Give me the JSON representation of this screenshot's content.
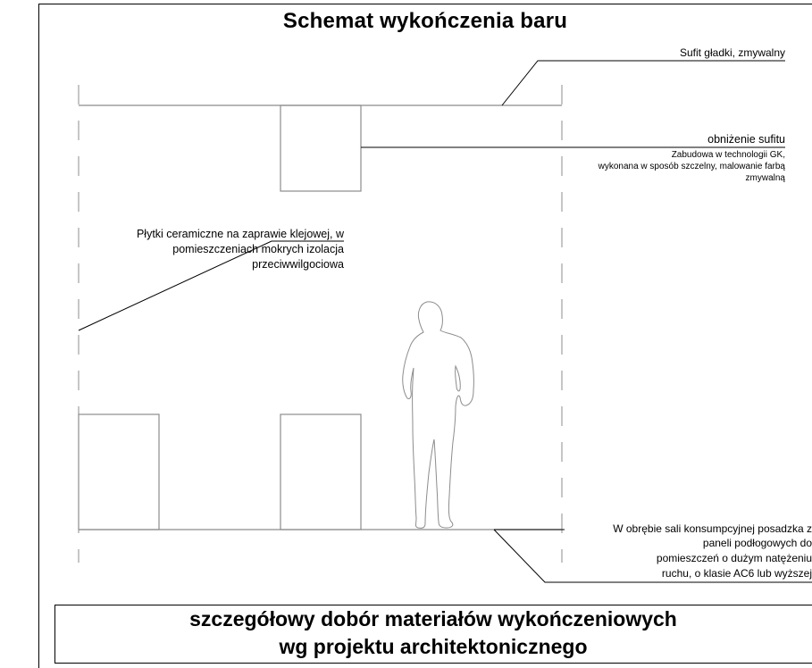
{
  "title": "Schemat wykończenia baru",
  "labels": {
    "ceiling": "Sufit gładki, zmywalny",
    "soffit_heading": "obniżenie sufitu",
    "soffit_line1": "Zabudowa w technologii GK,",
    "soffit_line2": "wykonana w sposób szczelny, malowanie farbą",
    "soffit_line3": "zmywalną",
    "tiles_line1": "Płytki ceramiczne na zaprawie klejowej, w",
    "tiles_line2": "pomieszczeniach mokrych izolacja",
    "tiles_line3": "przeciwwilgociowa",
    "floor_line1": "W obrębie sali konsumpcyjnej posadzka z",
    "floor_line2": "paneli podłogowych do",
    "floor_line3": "pomieszczeń o dużym natężeniu",
    "floor_line4": "ruchu, o klasie AC6 lub wyższej"
  },
  "footer": {
    "line1": "szczegółowy dobór materiałów wykończeniowych",
    "line2": "wg projektu architektonicznego"
  },
  "colors": {
    "drawing_line": "#8c8c8c",
    "leader_line": "#000000"
  }
}
